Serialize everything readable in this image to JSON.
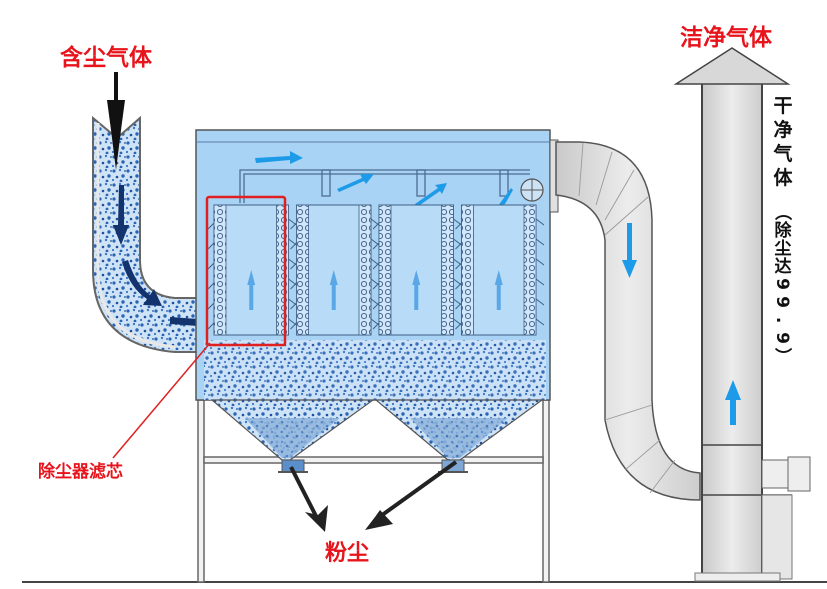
{
  "title": "脉冲布袋除尘器工作原理示意图",
  "labels": {
    "inlet": "含尘气体",
    "outlet": "洁净气体",
    "filter_cartridge": "除尘器滤芯",
    "dust": "粉尘",
    "clean_gas_vertical": [
      "干",
      "净",
      "气",
      "体"
    ],
    "efficiency_vertical": [
      "（",
      "除",
      "尘",
      "达",
      "9",
      "9",
      ".",
      "9",
      "）"
    ]
  },
  "colors": {
    "label_red": "#e8141c",
    "housing_blue": "#a9d3f5",
    "dust_blue": "#2a64b5",
    "flow_arrow_blue": "#1e9be8",
    "duct_gray": "#d9d9d9",
    "outline": "#555555",
    "highlight_box": "#e02020"
  },
  "components": {
    "filter_chambers": 4,
    "hoppers": 2
  }
}
